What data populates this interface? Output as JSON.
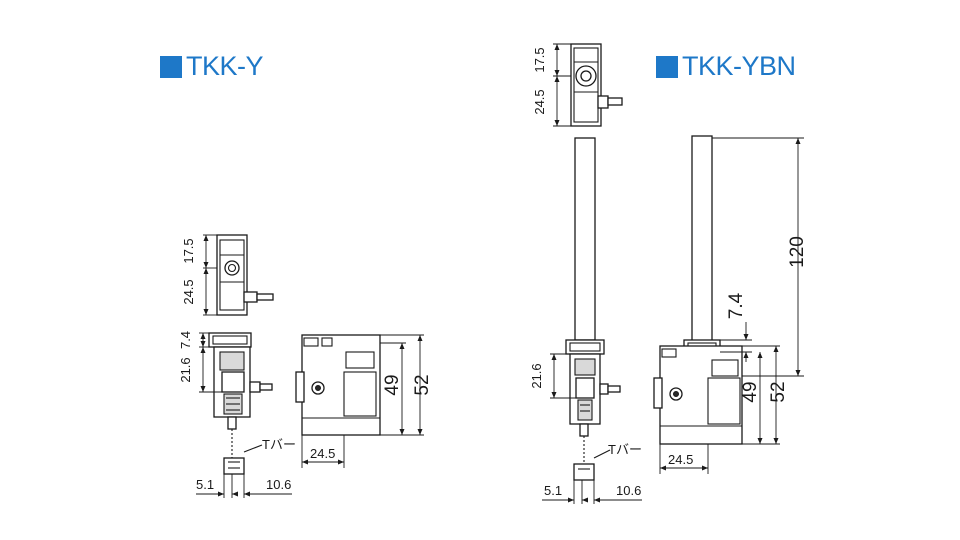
{
  "colors": {
    "accent": "#1e78c8",
    "line": "#1a1a1a"
  },
  "models": [
    {
      "label": "TKK-Y"
    },
    {
      "label": "TKK-YBN"
    }
  ],
  "dimensions": {
    "tkk_y": {
      "top_height": "17.5",
      "top_lower": "24.5",
      "side_upper": "7.4",
      "side_lower": "21.6",
      "front_inner": "49",
      "front_outer": "52",
      "front_width": "24.5",
      "bottom_left": "5.1",
      "bottom_right": "10.6",
      "bar_label": "Tバー"
    },
    "tkk_ybn": {
      "top_height": "17.5",
      "top_lower": "24.5",
      "side_lower": "21.6",
      "rod_length": "120",
      "rod_offset": "7.4",
      "front_inner": "49",
      "front_outer": "52",
      "front_width": "24.5",
      "bottom_left": "5.1",
      "bottom_right": "10.6",
      "bar_label": "Tバー"
    }
  }
}
